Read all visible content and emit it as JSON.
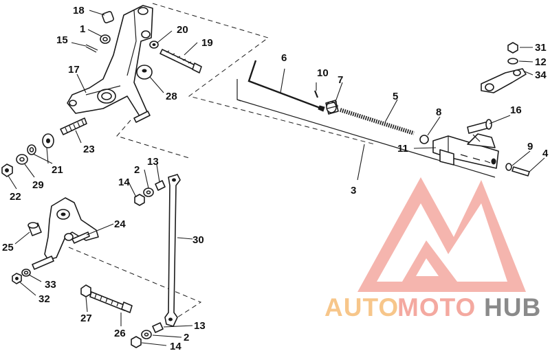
{
  "parts": [
    {
      "id": "1",
      "label": "1"
    },
    {
      "id": "2a",
      "label": "2"
    },
    {
      "id": "2b",
      "label": "2"
    },
    {
      "id": "3",
      "label": "3"
    },
    {
      "id": "4",
      "label": "4"
    },
    {
      "id": "5",
      "label": "5"
    },
    {
      "id": "6",
      "label": "6"
    },
    {
      "id": "7",
      "label": "7"
    },
    {
      "id": "8",
      "label": "8"
    },
    {
      "id": "9",
      "label": "9"
    },
    {
      "id": "10",
      "label": "10"
    },
    {
      "id": "11",
      "label": "11"
    },
    {
      "id": "12",
      "label": "12"
    },
    {
      "id": "13a",
      "label": "13"
    },
    {
      "id": "13b",
      "label": "13"
    },
    {
      "id": "14a",
      "label": "14"
    },
    {
      "id": "14b",
      "label": "14"
    },
    {
      "id": "15",
      "label": "15"
    },
    {
      "id": "16",
      "label": "16"
    },
    {
      "id": "17",
      "label": "17"
    },
    {
      "id": "18",
      "label": "18"
    },
    {
      "id": "19",
      "label": "19"
    },
    {
      "id": "20",
      "label": "20"
    },
    {
      "id": "21",
      "label": "21"
    },
    {
      "id": "22",
      "label": "22"
    },
    {
      "id": "23",
      "label": "23"
    },
    {
      "id": "24",
      "label": "24"
    },
    {
      "id": "25",
      "label": "25"
    },
    {
      "id": "26",
      "label": "26"
    },
    {
      "id": "27",
      "label": "27"
    },
    {
      "id": "28",
      "label": "28"
    },
    {
      "id": "29",
      "label": "29"
    },
    {
      "id": "30",
      "label": "30"
    },
    {
      "id": "31",
      "label": "31"
    },
    {
      "id": "32",
      "label": "32"
    },
    {
      "id": "33",
      "label": "33"
    },
    {
      "id": "34",
      "label": "34"
    }
  ],
  "watermark": {
    "text_part1": "AUTO",
    "text_part2": "MOTO",
    "text_part3": "HUB",
    "color_light": "#f4b8b0",
    "color_accent": "#f7c68a",
    "color_dark": "#8a8a8a"
  }
}
